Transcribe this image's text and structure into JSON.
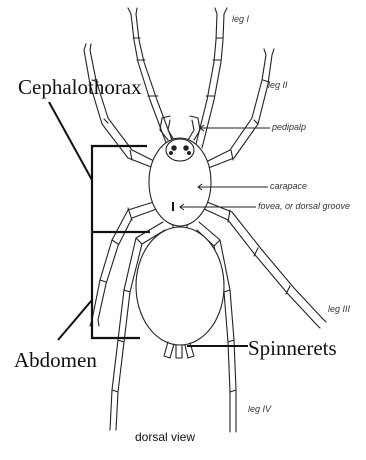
{
  "labels": {
    "cephalothorax": "Cephalothorax",
    "abdomen": "Abdomen",
    "spinnerets": "Spinnerets",
    "leg_1": "leg I",
    "leg_2": "leg II",
    "leg_3": "leg III",
    "leg_4": "leg IV",
    "pedipalp": "pedipalp",
    "carapace": "carapace",
    "fovea": "fovea, or dorsal groove",
    "view": "dorsal view"
  },
  "colors": {
    "ink": "#222222",
    "bracket": "#111111",
    "background": "#ffffff"
  }
}
